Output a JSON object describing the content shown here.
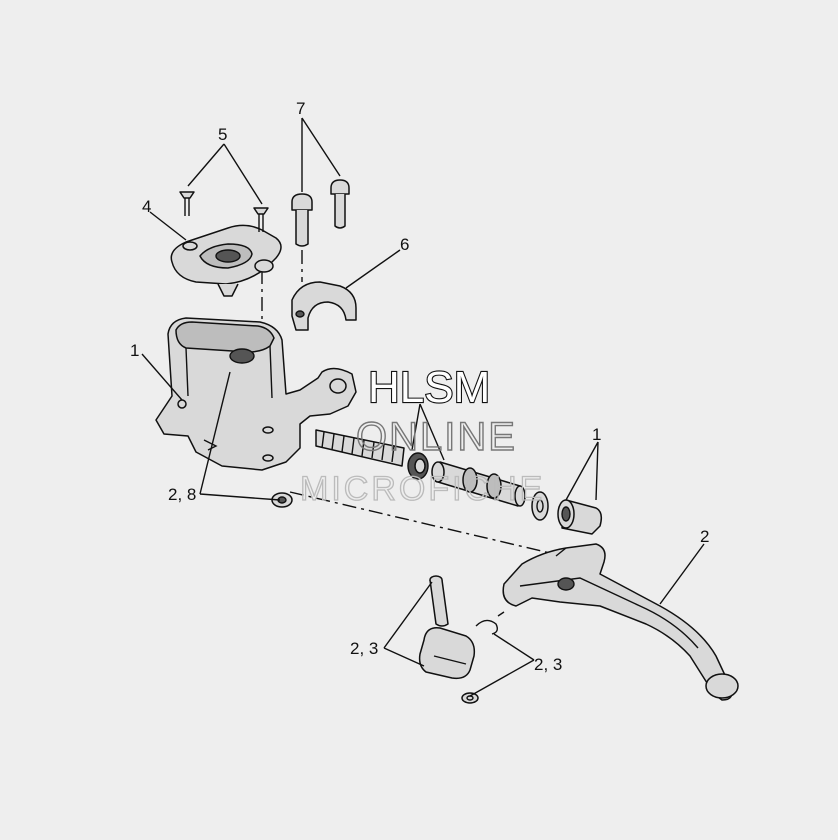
{
  "callouts": {
    "c1a": "1",
    "c1b": "1",
    "c2": "2",
    "c23a": "2, 3",
    "c23b": "2, 3",
    "c28": "2, 8",
    "c4": "4",
    "c5": "5",
    "c6": "6",
    "c7": "7"
  },
  "watermark": {
    "line1": "HLSM",
    "line2": "ONLINE",
    "line3": "MICROFICHE"
  }
}
